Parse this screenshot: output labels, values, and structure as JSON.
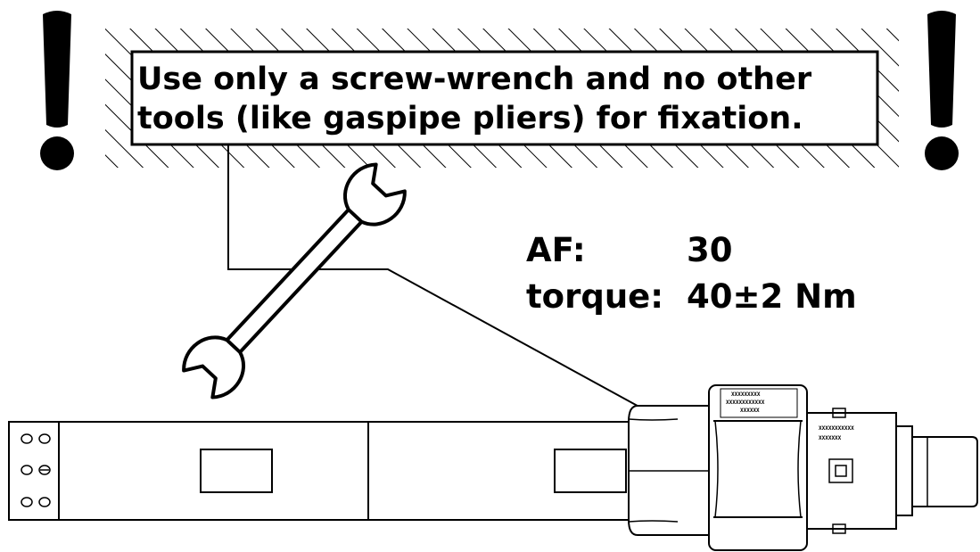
{
  "warning": {
    "line1": "Use only a screw-wrench and no other",
    "line2": "tools (like gaspipe pliers) for fixation."
  },
  "specs": {
    "af_label": "AF:",
    "af_value": "30",
    "torque_label": "torque:",
    "torque_value": "40±2 Nm"
  },
  "icons": {
    "left_alert": "exclamation-icon",
    "right_alert": "exclamation-icon",
    "tool": "wrench-icon"
  },
  "colors": {
    "ink": "#000000",
    "paper": "#ffffff"
  }
}
